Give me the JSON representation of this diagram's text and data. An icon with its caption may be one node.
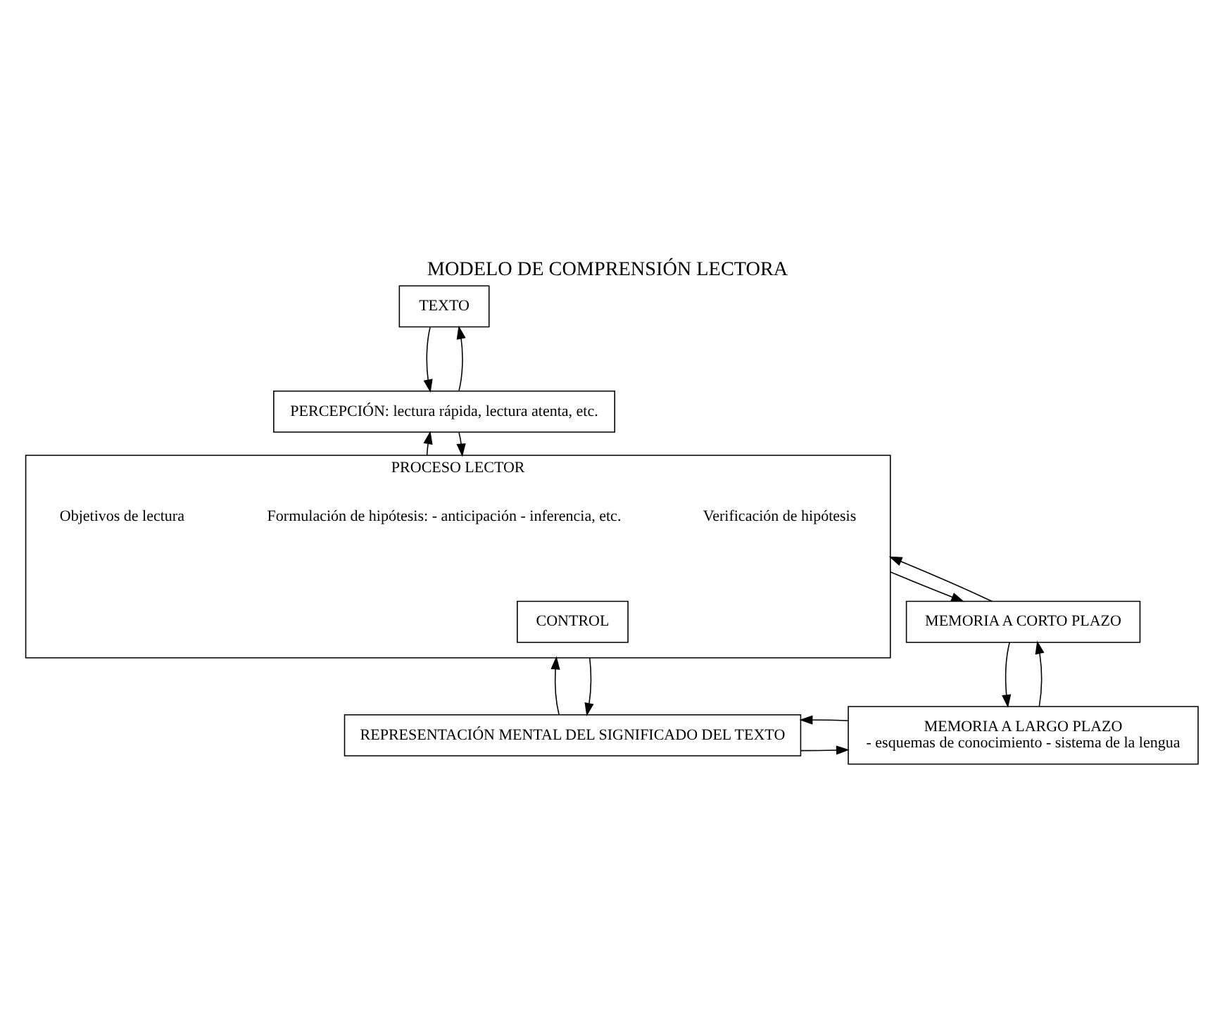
{
  "diagram": {
    "title": "MODELO DE COMPRENSIÓN LECTORA",
    "nodes": [
      {
        "text": [
          "TEXTO"
        ]
      },
      {
        "text": [
          "PERCEPCIÓN: lectura rápida, lectura atenta, etc."
        ]
      },
      {
        "text": [
          "PROCESO LECTOR"
        ]
      },
      {
        "text": [
          "Objetivos de lectura"
        ],
        "in": 2
      },
      {
        "text": [
          "Formulación de hipótesis: - anticipación - inferencia, etc."
        ],
        "in": 2
      },
      {
        "text": [
          "Verificación de hipótesis"
        ],
        "in": 2
      },
      {
        "text": [
          "CONTROL"
        ],
        "in": 2
      },
      {
        "text": [
          "MEMORIA A CORTO PLAZO"
        ]
      },
      {
        "text": [
          "MEMORIA A LARGO PLAZO",
          "- esquemas de conocimiento - sistema de la lengua"
        ]
      },
      {
        "text": [
          "REPRESENTACIÓN MENTAL DEL SIGNIFICADO DEL TEXTO"
        ]
      }
    ],
    "edges": [
      {
        "from": 1,
        "to": 0,
        "arrow": "to"
      },
      {
        "from": 0,
        "to": 1,
        "arrow": "to"
      },
      {
        "from": 2,
        "to": 1,
        "arrow": "to"
      },
      {
        "from": 1,
        "to": 2,
        "arrow": "to"
      },
      {
        "from": 2,
        "to": 7,
        "arrow": "to"
      },
      {
        "from": 7,
        "to": 2,
        "arrow": "to"
      },
      {
        "from": 8,
        "to": 7,
        "arrow": "to"
      },
      {
        "from": 7,
        "to": 8,
        "arrow": "to"
      },
      {
        "from": 9,
        "to": 2,
        "arrow": "to"
      },
      {
        "from": 2,
        "to": 9,
        "arrow": "to"
      },
      {
        "from": 9,
        "to": 8,
        "arrow": "to"
      },
      {
        "from": 8,
        "to": 9,
        "arrow": "to"
      }
    ]
  }
}
